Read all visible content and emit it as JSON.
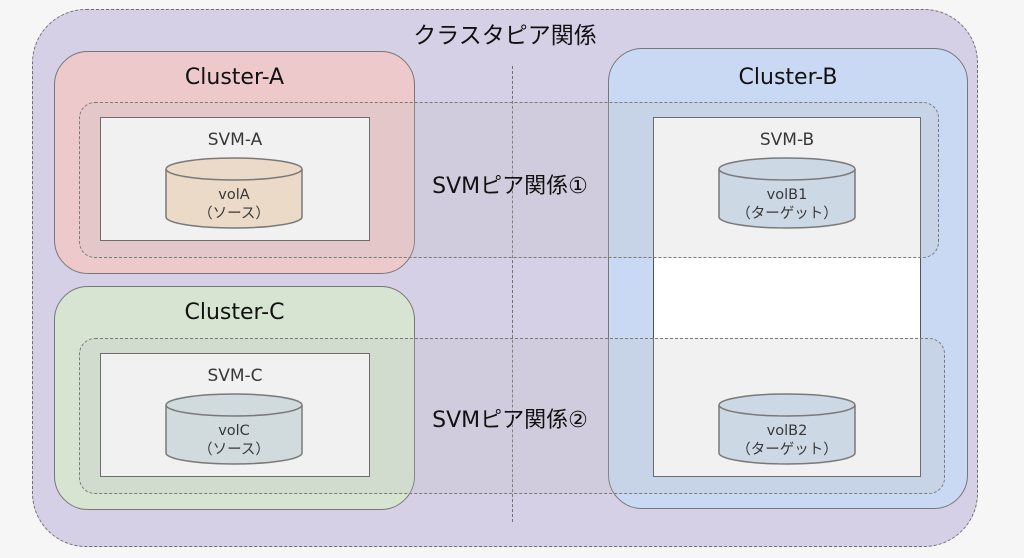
{
  "diagram": {
    "title": "クラスタピア関係",
    "clusters": {
      "a": {
        "label": "Cluster-A",
        "color": "#eec9cc"
      },
      "b": {
        "label": "Cluster-B",
        "color": "#c8daf5"
      },
      "c": {
        "label": "Cluster-C",
        "color": "#d7e4d2"
      }
    },
    "svms": {
      "a": {
        "label": "SVM-A"
      },
      "b": {
        "label": "SVM-B"
      },
      "c": {
        "label": "SVM-C"
      }
    },
    "volumes": {
      "volA": {
        "name": "volA",
        "role": "（ソース）",
        "color": "#f7e2c9"
      },
      "volC": {
        "name": "volC",
        "role": "（ソース）",
        "color": "#d6e2e6"
      },
      "volB1": {
        "name": "volB1",
        "role": "（ターゲット）",
        "color": "#d1dff0"
      },
      "volB2": {
        "name": "volB2",
        "role": "（ターゲット）",
        "color": "#d1dff0"
      }
    },
    "peers": {
      "p1": {
        "label": "SVMピア関係①"
      },
      "p2": {
        "label": "SVMピア関係②"
      }
    },
    "colors": {
      "background": "#f6f6f6",
      "cluster_peer_region": "#d6d0e6",
      "border": "#6e6e6e"
    }
  }
}
